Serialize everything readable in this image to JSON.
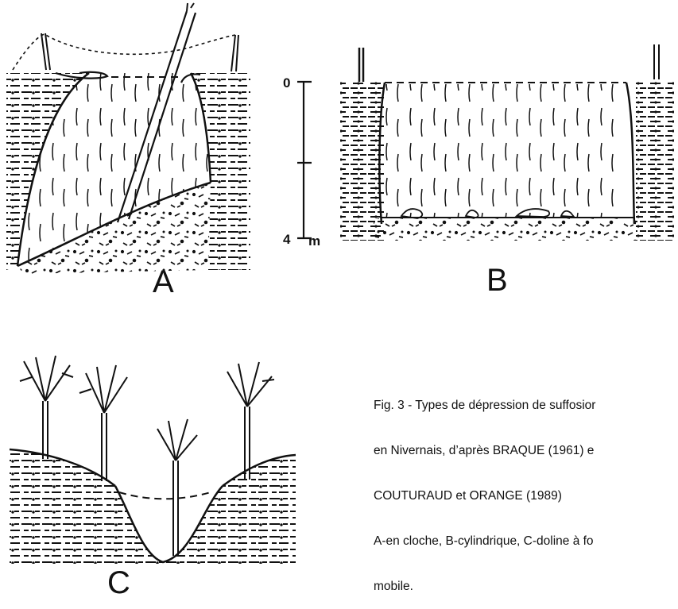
{
  "figure": {
    "panel_labels": {
      "a": "A",
      "b": "B",
      "c": "C"
    },
    "scale": {
      "top_label": "0",
      "bottom_label": "4",
      "unit": "m"
    },
    "caption": {
      "line1": "Fig. 3 - Types de dépression de suffosior",
      "line2": "en Nivernais, d’après BRAQUE (1961) e",
      "line3": "COUTURAUD et ORANGE (1989)",
      "line4": "A-en cloche, B-cylindrique, C-doline à fo",
      "line5": "mobile."
    }
  }
}
